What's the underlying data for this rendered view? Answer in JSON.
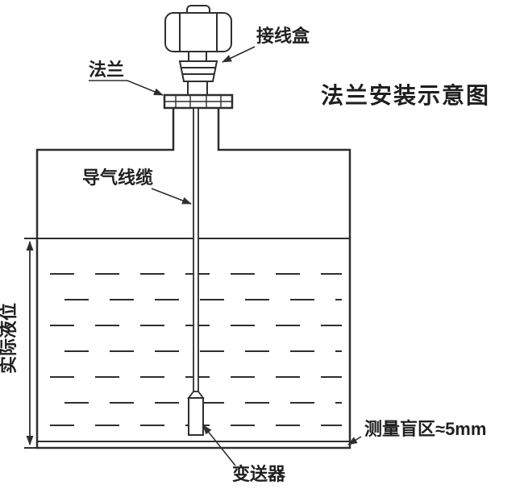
{
  "title": "法兰安装示意图",
  "labels": {
    "junction_box": "接线盒",
    "flange": "法兰",
    "air_cable": "导气线缆",
    "actual_level": "实际液位",
    "blind_zone": "测量盲区≈5mm",
    "probe": "变送器"
  },
  "colors": {
    "line": "#2e2e2e",
    "background": "#ffffff"
  }
}
